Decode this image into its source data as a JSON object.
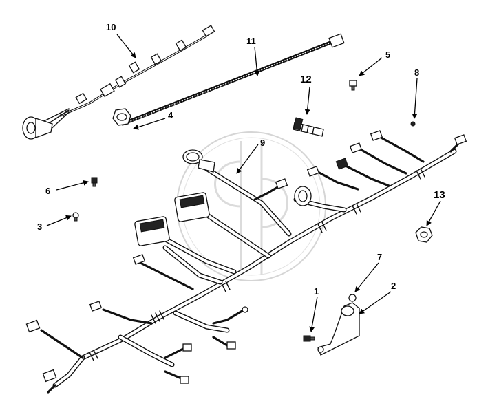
{
  "diagram": {
    "callouts": [
      "1",
      "2",
      "3",
      "4",
      "5",
      "6",
      "7",
      "8",
      "9",
      "10",
      "11",
      "12",
      "13"
    ],
    "watermark_text": "cp"
  }
}
